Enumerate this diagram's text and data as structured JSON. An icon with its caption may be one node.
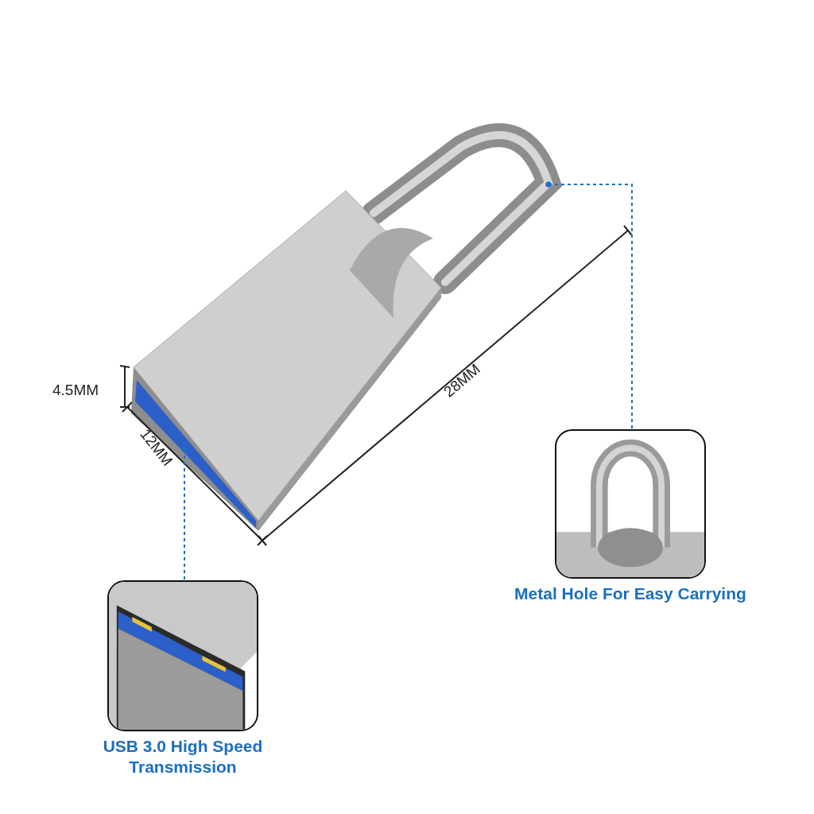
{
  "diagram": {
    "nodes": [
      {
        "text": [],
        "shape": "picture"
      },
      {
        "text": [
          "USB 3.0 High Speed Transmission"
        ]
      },
      {
        "text": [
          "Metal Hole For Easy Carrying"
        ]
      }
    ],
    "edges": [
      {
        "from": 0,
        "to": 1,
        "arrow": "other",
        "style": "dashed"
      },
      {
        "from": 0,
        "to": 2,
        "arrow": "other",
        "style": "dashed"
      }
    ],
    "labels": [
      "4.5MM",
      "12MM",
      "28MM"
    ]
  }
}
